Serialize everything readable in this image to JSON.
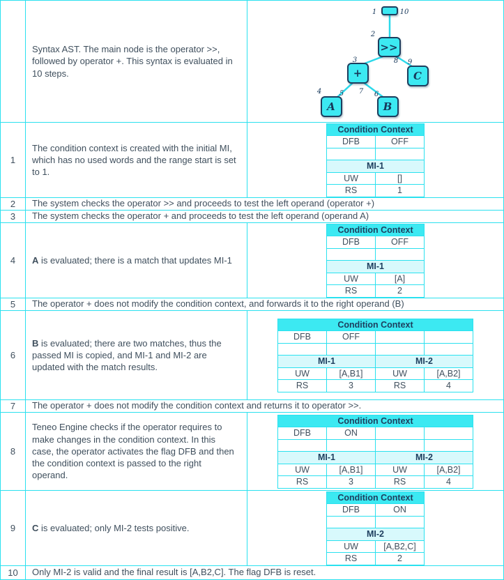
{
  "palette": {
    "accent_cyan": "#2ae1ef",
    "header_cyan": "#3ce9f2",
    "mi_row_cyan": "#d8f9fc",
    "text_dark": "#3f4f5d",
    "node_outline": "#1d3e5e"
  },
  "intro": {
    "text": "Syntax AST. The main node is the operator >>, followed by operator +. This syntax is evaluated in 10 steps."
  },
  "ast": {
    "node_root": "",
    "node_shift": ">>",
    "node_plus": "+",
    "node_a": "A",
    "node_b": "B",
    "node_c": "C",
    "marks": [
      "1",
      "2",
      "3",
      "4",
      "5",
      "6",
      "7",
      "8",
      "9",
      "10"
    ]
  },
  "cc_labels": {
    "title": "Condition Context",
    "dfb": "DFB",
    "uw": "UW",
    "rs": "RS"
  },
  "steps": [
    {
      "num": "1",
      "text": "The condition context is created with the initial MI, which has no used words and the range start is set to 1.",
      "table": {
        "dfb": "OFF",
        "mi": {
          "name": "MI-1",
          "uw": "[]",
          "rs": "1"
        }
      }
    },
    {
      "num": "2",
      "text": "The system checks the operator >> and proceeds to test the left operand (operator +)"
    },
    {
      "num": "3",
      "text": "The system checks the operator + and proceeds to test the left operand (operand A)"
    },
    {
      "num": "4",
      "lead": "A",
      "text": " is evaluated; there is a match that updates MI-1",
      "table": {
        "dfb": "OFF",
        "mi": {
          "name": "MI-1",
          "uw": "[A]",
          "rs": "2"
        }
      }
    },
    {
      "num": "5",
      "text": "The operator + does not modify the condition context, and forwards it to the right operand (B)"
    },
    {
      "num": "6",
      "lead": "B",
      "text": " is evaluated; there are two matches, thus the passed MI is copied, and MI-1 and MI-2 are updated with the match results.",
      "table": {
        "dfb": "OFF",
        "mi1": {
          "name": "MI-1",
          "uw": "[A,B1]",
          "rs": "3"
        },
        "mi2": {
          "name": "MI-2",
          "uw": "[A,B2]",
          "rs": "4"
        }
      }
    },
    {
      "num": "7",
      "text": "The operator + does not modify the condition context and returns it to operator >>."
    },
    {
      "num": "8",
      "text": "Teneo Engine checks if the operator requires to make changes in the condition context. In this case, the operator activates the flag DFB and then the condition context is passed to the right operand.",
      "table": {
        "dfb": "ON",
        "mi1": {
          "name": "MI-1",
          "uw": "[A,B1]",
          "rs": "3"
        },
        "mi2": {
          "name": "MI-2",
          "uw": "[A,B2]",
          "rs": "4"
        }
      }
    },
    {
      "num": "9",
      "lead": "C",
      "text": " is evaluated; only MI-2 tests positive.",
      "table": {
        "dfb": "ON",
        "mi": {
          "name": "MI-2",
          "uw": "[A,B2,C]",
          "rs": "2"
        }
      }
    },
    {
      "num": "10",
      "text": "Only MI-2 is valid and the final result is [A,B2,C]. The flag DFB is reset."
    }
  ]
}
